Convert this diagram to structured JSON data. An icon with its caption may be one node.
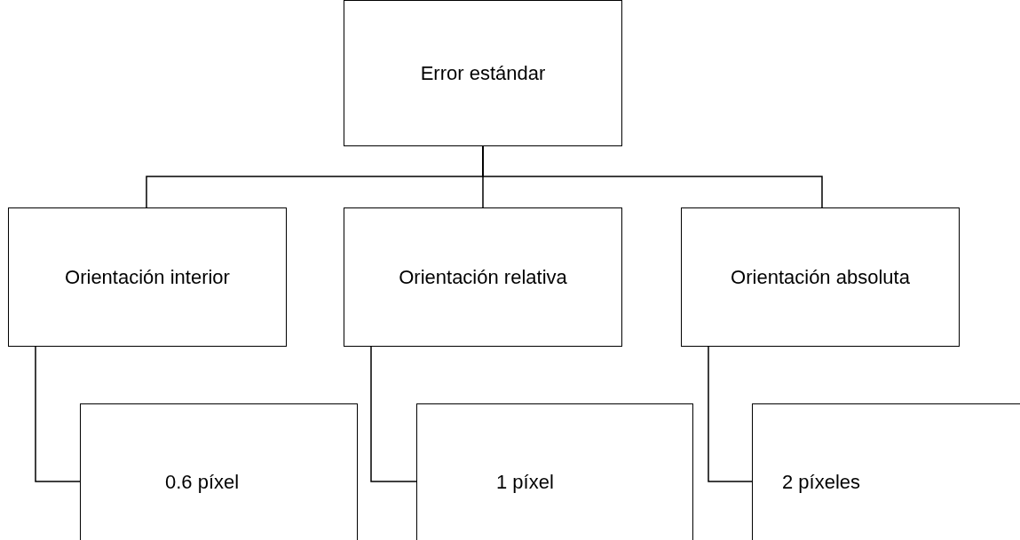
{
  "diagram": {
    "nodes": [
      {
        "text": [
          "Error estándar"
        ]
      },
      {
        "text": [
          "Orientación interior"
        ]
      },
      {
        "text": [
          "Orientación relativa"
        ]
      },
      {
        "text": [
          "Orientación absoluta"
        ]
      },
      {
        "text": [
          "0.6 píxel"
        ]
      },
      {
        "text": [
          "1 píxel"
        ]
      },
      {
        "text": [
          "2 píxeles"
        ]
      }
    ],
    "edges": [
      {
        "from": 0,
        "to": 1,
        "arrow": "none"
      },
      {
        "from": 0,
        "to": 2,
        "arrow": "none"
      },
      {
        "from": 0,
        "to": 3,
        "arrow": "none"
      },
      {
        "from": 1,
        "to": 4,
        "arrow": "none"
      },
      {
        "from": 2,
        "to": 5,
        "arrow": "none"
      },
      {
        "from": 3,
        "to": 6,
        "arrow": "none"
      }
    ]
  }
}
